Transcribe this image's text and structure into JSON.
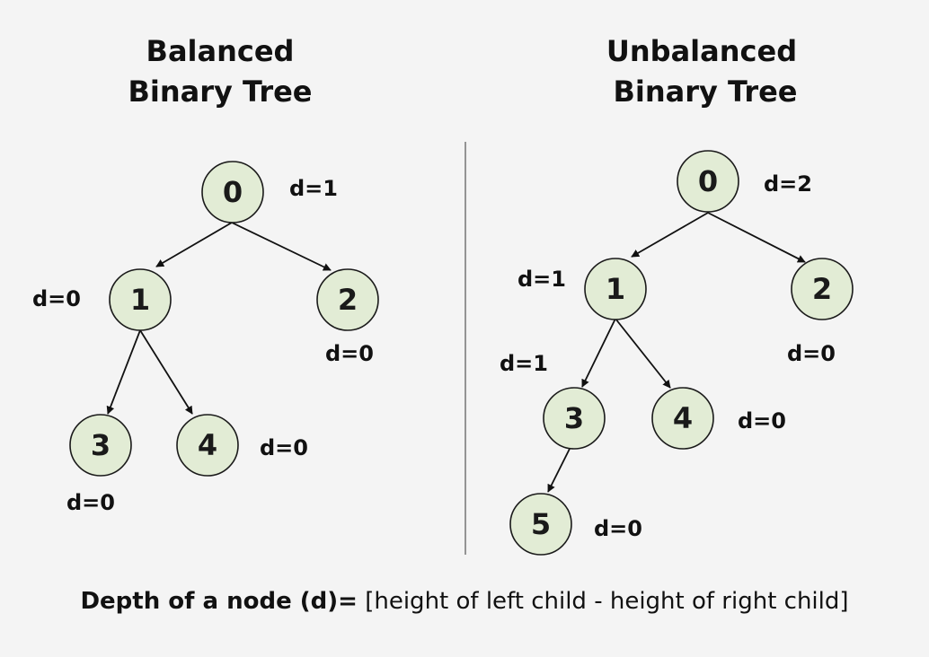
{
  "trees": [
    {
      "title_line1": "Balanced",
      "title_line2": "Binary Tree",
      "nodes": [
        {
          "value": "0",
          "depth": "d=1"
        },
        {
          "value": "1",
          "depth": "d=0"
        },
        {
          "value": "2",
          "depth": "d=0"
        },
        {
          "value": "3",
          "depth": "d=0"
        },
        {
          "value": "4",
          "depth": "d=0"
        }
      ]
    },
    {
      "title_line1": "Unbalanced",
      "title_line2": "Binary Tree",
      "nodes": [
        {
          "value": "0",
          "depth": "d=2"
        },
        {
          "value": "1",
          "depth": "d=1"
        },
        {
          "value": "2",
          "depth": "d=0"
        },
        {
          "value": "3",
          "depth": "d=1"
        },
        {
          "value": "4",
          "depth": "d=0"
        },
        {
          "value": "5",
          "depth": "d=0"
        }
      ]
    }
  ],
  "formula": {
    "label": "Depth of a node (d)=",
    "expression": "[height of left child - height of right child]"
  },
  "colors": {
    "node_fill": "#e2ecd5",
    "background": "#f4f4f4"
  }
}
